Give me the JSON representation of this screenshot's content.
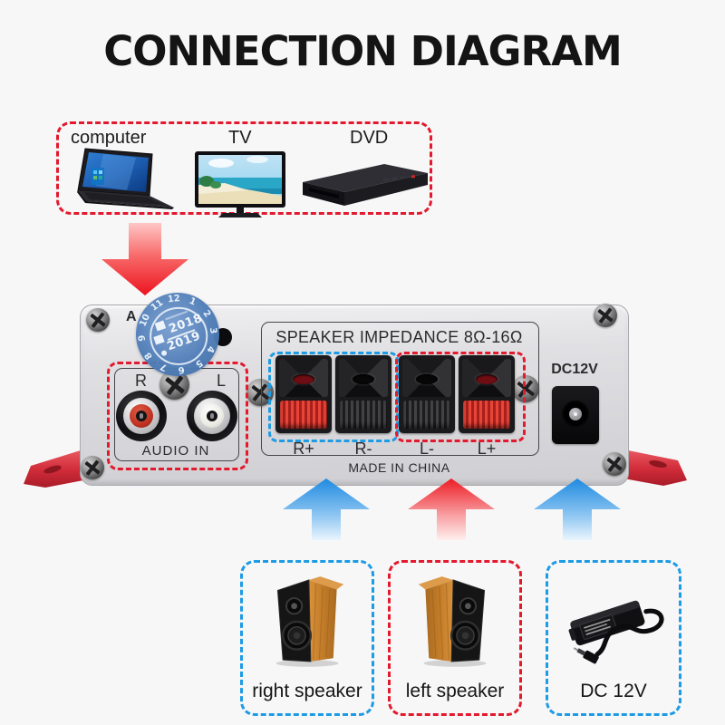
{
  "title": "CONNECTION DIAGRAM",
  "colors": {
    "red_accent": "#e3192d",
    "blue_accent": "#1d9be4",
    "panel_silver": "#d8d8dc",
    "bracket_red": "#cf2a38",
    "arrow_red": "#ec1c24",
    "arrow_blue": "#1f8ae0",
    "sticker_blue": "#4a7ab4"
  },
  "sources": {
    "items": [
      {
        "label": "computer",
        "icon": "laptop-icon"
      },
      {
        "label": "TV",
        "icon": "tv-icon"
      },
      {
        "label": "DVD",
        "icon": "dvd-player-icon"
      }
    ]
  },
  "amplifier": {
    "partial_letter": "A",
    "sticker": {
      "clock_numbers": [
        "1",
        "2",
        "3",
        "4",
        "5",
        "6",
        "7",
        "8",
        "9",
        "10",
        "11",
        "12"
      ],
      "year_top": "2018",
      "year_bottom": "2019"
    },
    "audio_in": {
      "right_label": "R",
      "left_label": "L",
      "caption": "AUDIO IN"
    },
    "speaker_section": {
      "title": "SPEAKER IMPEDANCE 8Ω-16Ω",
      "terminals": [
        {
          "label": "R+",
          "polarity": "positive"
        },
        {
          "label": "R-",
          "polarity": "negative"
        },
        {
          "label": "L-",
          "polarity": "negative"
        },
        {
          "label": "L+",
          "polarity": "positive"
        }
      ],
      "footer": "MADE IN CHINA"
    },
    "dc_label": "DC12V"
  },
  "outputs": {
    "right_speaker": {
      "label": "right speaker"
    },
    "left_speaker": {
      "label": "left speaker"
    },
    "dc_adapter": {
      "label": "DC 12V"
    }
  }
}
